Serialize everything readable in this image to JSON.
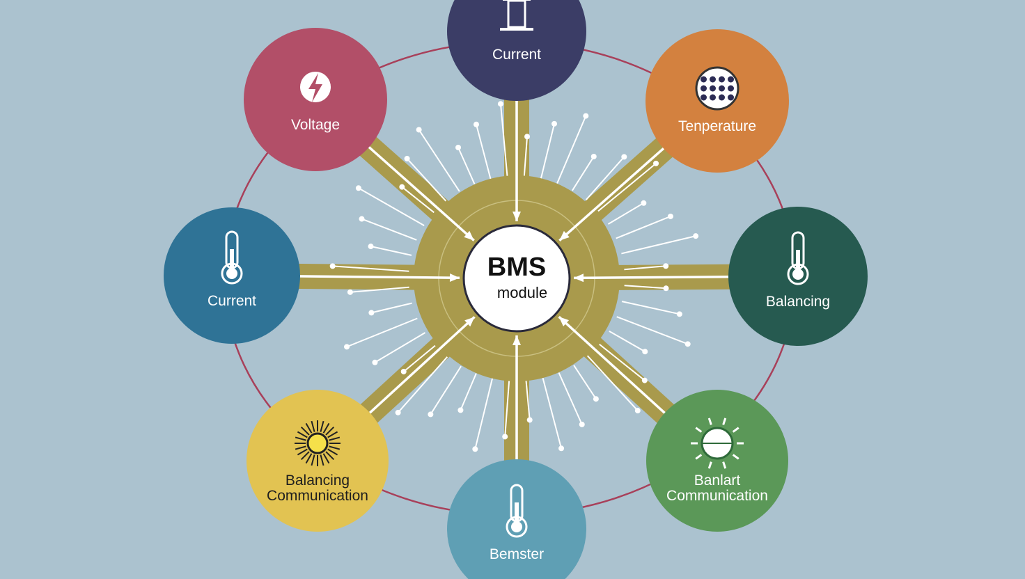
{
  "center": {
    "title": "BMS",
    "subtitle": "module"
  },
  "nodes": [
    {
      "id": "current-top",
      "lines": [
        "Current"
      ],
      "color": "#3b3d66",
      "icon": "pillar-icon"
    },
    {
      "id": "voltage",
      "lines": [
        "Voltage"
      ],
      "color": "#b24f68",
      "icon": "lightning-bolt-icon"
    },
    {
      "id": "temperature",
      "lines": [
        "Tenperature"
      ],
      "color": "#d3813f",
      "icon": "battery-cells-icon"
    },
    {
      "id": "current-left",
      "lines": [
        "Current"
      ],
      "color": "#2f7396",
      "icon": "thermometer-icon"
    },
    {
      "id": "balancing",
      "lines": [
        "Balancing"
      ],
      "color": "#265a50",
      "icon": "thermometer-icon"
    },
    {
      "id": "balancing-communication",
      "lines": [
        "Balancing",
        "Communication"
      ],
      "color": "#e2c352",
      "icon": "sun-icon"
    },
    {
      "id": "banlart-communication",
      "lines": [
        "Banlart",
        "Communication"
      ],
      "color": "#5b9858",
      "icon": "globe-sun-icon"
    },
    {
      "id": "bemster",
      "lines": [
        "Bemster"
      ],
      "color": "#5f9fb4",
      "icon": "thermometer-icon"
    }
  ],
  "colors": {
    "background": "#abc2cf",
    "ring": "#a8405a",
    "hub": "#a99a4c",
    "arrow": "#ffffff"
  }
}
